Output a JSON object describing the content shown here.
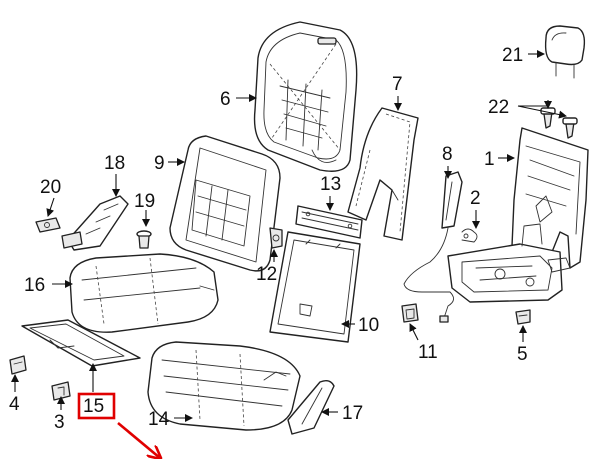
{
  "callouts": [
    {
      "id": "1",
      "text": "1"
    },
    {
      "id": "2",
      "text": "2"
    },
    {
      "id": "3",
      "text": "3"
    },
    {
      "id": "4",
      "text": "4"
    },
    {
      "id": "5",
      "text": "5"
    },
    {
      "id": "6",
      "text": "6"
    },
    {
      "id": "7",
      "text": "7"
    },
    {
      "id": "8",
      "text": "8"
    },
    {
      "id": "9",
      "text": "9"
    },
    {
      "id": "10",
      "text": "10"
    },
    {
      "id": "11",
      "text": "11"
    },
    {
      "id": "12",
      "text": "12"
    },
    {
      "id": "13",
      "text": "13"
    },
    {
      "id": "14",
      "text": "14"
    },
    {
      "id": "15",
      "text": "15"
    },
    {
      "id": "16",
      "text": "16"
    },
    {
      "id": "17",
      "text": "17"
    },
    {
      "id": "18",
      "text": "18"
    },
    {
      "id": "19",
      "text": "19"
    },
    {
      "id": "20",
      "text": "20"
    },
    {
      "id": "21",
      "text": "21"
    },
    {
      "id": "22",
      "text": "22"
    }
  ],
  "highlight": {
    "callout": "15",
    "color": "#e00000"
  }
}
